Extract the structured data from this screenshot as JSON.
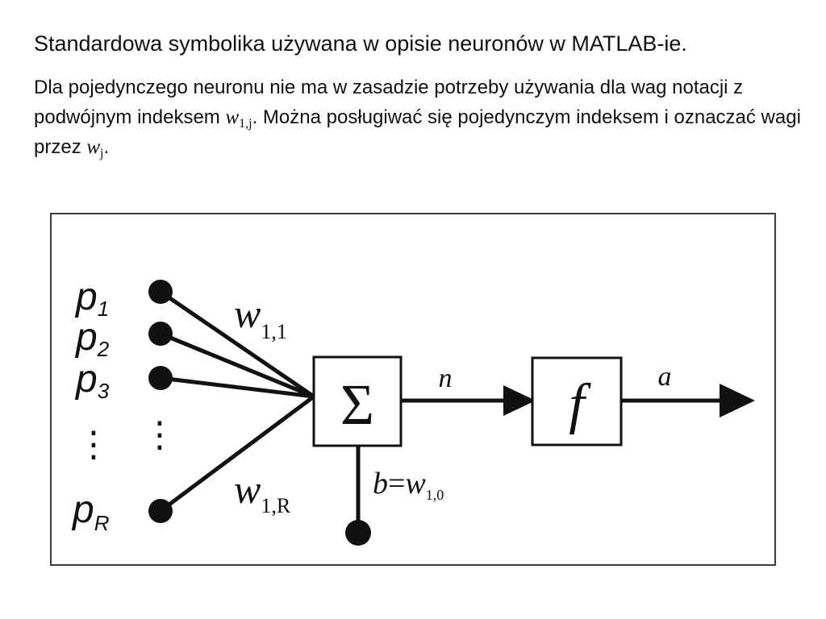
{
  "slide": {
    "title": "Standardowa symbolika używana w opisie neuronów w MATLAB-ie.",
    "body": {
      "part1": "Dla pojedynczego neuronu nie ma w zasadzie potrzeby używania dla wag notacji z podwójnym indeksem ",
      "symbol1": "w",
      "symbol1_sub": "1,j",
      "part2": ". Można posługiwać się pojedynczym indeksem i oznaczać wagi przez ",
      "symbol2": "w",
      "symbol2_sub": "j",
      "part3": "."
    }
  },
  "diagram": {
    "inputs": [
      {
        "symbol": "p",
        "sub": "1"
      },
      {
        "symbol": "p",
        "sub": "2"
      },
      {
        "symbol": "p",
        "sub": "3"
      },
      {
        "symbol": "p",
        "sub": "R"
      }
    ],
    "ellipsis": "⋮",
    "weight_top": {
      "symbol": "w",
      "sub": "1,1"
    },
    "weight_bottom": {
      "symbol": "w",
      "sub": "1,R"
    },
    "sum_symbol": "Σ",
    "net_label": "n",
    "activation_label": "f",
    "output_label": "a",
    "bias": {
      "symbol": "b",
      "equals": "=",
      "weight_symbol": "w",
      "weight_sub": "1,0"
    },
    "colors": {
      "stroke": "#111111",
      "frame": "#3a3a3a"
    }
  }
}
